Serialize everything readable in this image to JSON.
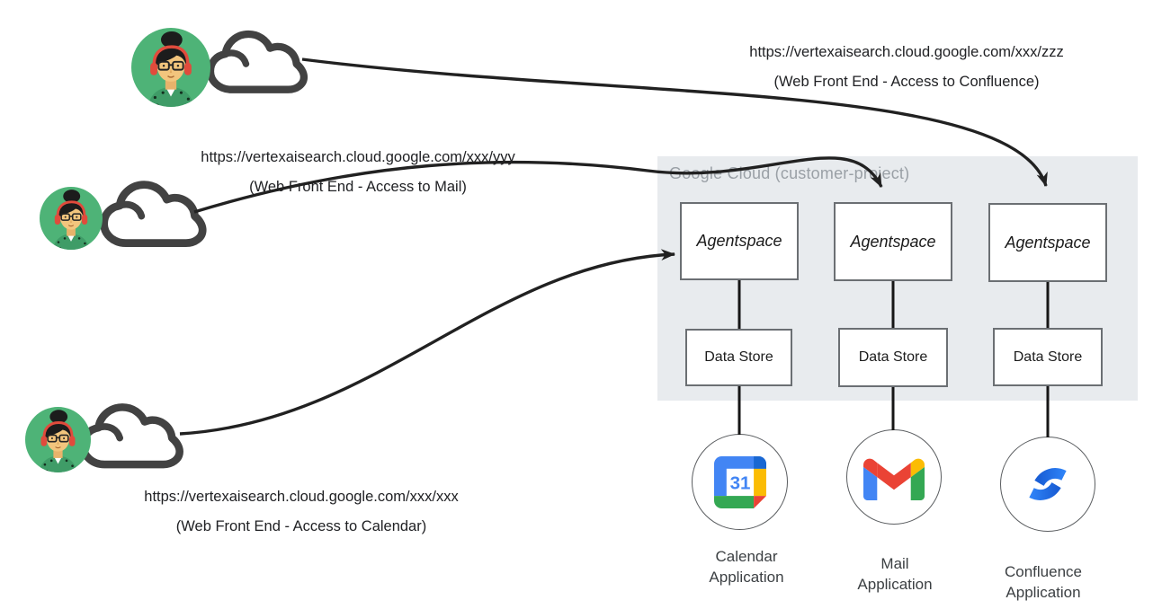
{
  "requests": [
    {
      "url": "https://vertexaisearch.cloud.google.com/xxx/zzz",
      "caption": "(Web Front End - Access to Confluence)"
    },
    {
      "url": "https://vertexaisearch.cloud.google.com/xxx/yyy",
      "caption": "(Web Front End - Access to Mail)"
    },
    {
      "url": "https://vertexaisearch.cloud.google.com/xxx/xxx",
      "caption": "(Web Front End - Access to Calendar)"
    }
  ],
  "cloud_container": {
    "label": "Google Cloud (customer-project)"
  },
  "columns": [
    {
      "agent_label": "Agentspace",
      "datastore_label": "Data Store",
      "app_label": "Calendar Application",
      "icon": "google-calendar-icon"
    },
    {
      "agent_label": "Agentspace",
      "datastore_label": "Data Store",
      "app_label": "Mail Application",
      "icon": "gmail-icon"
    },
    {
      "agent_label": "Agentspace",
      "datastore_label": "Data Store",
      "app_label": "Confluence Application",
      "icon": "confluence-icon"
    }
  ],
  "icons": {
    "calendar_day": "31"
  },
  "colors": {
    "container_bg": "#e8ebee",
    "container_label": "#9aa0a6",
    "box_border": "#6b6f73",
    "arrow": "#212121",
    "cloud_outline": "#424242",
    "avatar_green": "#4eb377",
    "headphones_red": "#e04b3c",
    "google_blue": "#4285f4",
    "google_dark_blue": "#1967d2",
    "google_red": "#ea4335",
    "google_yellow": "#fbbc04",
    "google_green": "#34a853",
    "confluence_blue": "#2368e0",
    "text": "#202124",
    "app_label_text": "#3c4043"
  }
}
